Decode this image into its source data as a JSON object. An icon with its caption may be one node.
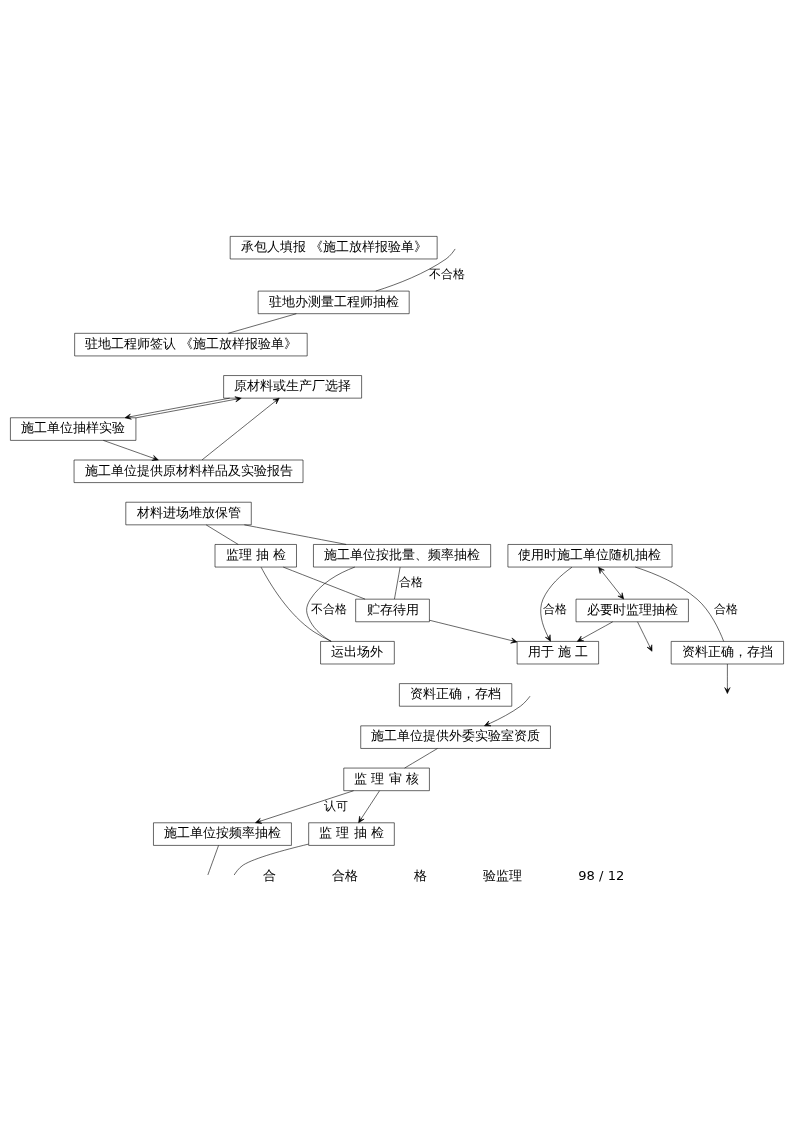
{
  "diagram": {
    "nodes": [
      {
        "text": [
          "承包人填报 《施工放样报验单》"
        ]
      },
      {
        "text": [
          "驻地办测量工程师抽检"
        ]
      },
      {
        "text": [
          "驻地工程师签认 《施工放样报验单》"
        ]
      },
      {
        "text": [
          "原材料或生产厂选择"
        ]
      },
      {
        "text": [
          "施工单位抽样实验"
        ]
      },
      {
        "text": [
          "施工单位提供原材料样品及实验报告"
        ]
      },
      {
        "text": [
          "材料进场堆放保管"
        ]
      },
      {
        "text": [
          "施工单位按批量、频率抽检"
        ]
      },
      {
        "text": [
          "监理 抽 检"
        ]
      },
      {
        "text": [
          "贮存待用"
        ]
      },
      {
        "text": [
          "运出场外"
        ]
      },
      {
        "text": [
          "使用时施工单位随机抽检"
        ]
      },
      {
        "text": [
          "必要时监理抽检"
        ]
      },
      {
        "text": [
          "用于 施 工"
        ]
      },
      {
        "text": [
          "资料正确，存挡"
        ]
      },
      {
        "text": [
          "资料正确，存档"
        ]
      },
      {
        "text": [
          "施工单位提供外委实验室资质"
        ]
      },
      {
        "text": [
          "监 理 审 核"
        ]
      },
      {
        "text": [
          "施工单位按频率抽检"
        ]
      },
      {
        "text": [
          "监 理 抽 检"
        ]
      }
    ],
    "edges": [
      {
        "from": null,
        "to": 1,
        "arrow": "none",
        "label": "不合格"
      },
      {
        "from": 1,
        "to": 2,
        "arrow": "none"
      },
      {
        "from": 3,
        "to": 4,
        "arrow": "to"
      },
      {
        "from": 4,
        "to": 3,
        "arrow": "to"
      },
      {
        "from": 4,
        "to": 5,
        "arrow": "to"
      },
      {
        "from": 5,
        "to": 3,
        "arrow": "to"
      },
      {
        "from": 6,
        "to": 7,
        "arrow": "none"
      },
      {
        "from": 6,
        "to": 8,
        "arrow": "none"
      },
      {
        "from": 7,
        "to": 9,
        "arrow": "none",
        "label": "合格"
      },
      {
        "from": 7,
        "to": 10,
        "arrow": "none",
        "label": "不合格"
      },
      {
        "from": 8,
        "to": 9,
        "arrow": "none"
      },
      {
        "from": 8,
        "to": 10,
        "arrow": "none"
      },
      {
        "from": 9,
        "to": 13,
        "arrow": "to"
      },
      {
        "from": 11,
        "to": 12,
        "arrow": "both"
      },
      {
        "from": 11,
        "to": 13,
        "arrow": "to",
        "label": "合格"
      },
      {
        "from": 12,
        "to": 13,
        "arrow": "to"
      },
      {
        "from": 11,
        "to": 14,
        "arrow": "none",
        "label": "合格"
      },
      {
        "from": 14,
        "to": null,
        "arrow": "to"
      },
      {
        "from": 12,
        "to": null,
        "arrow": "to"
      },
      {
        "from": null,
        "to": 16,
        "arrow": "to"
      },
      {
        "from": 16,
        "to": 17,
        "arrow": "none"
      },
      {
        "from": 17,
        "to": 18,
        "arrow": "to",
        "label": "认可"
      },
      {
        "from": 17,
        "to": 19,
        "arrow": "to"
      },
      {
        "from": 18,
        "to": null,
        "arrow": "none"
      },
      {
        "from": 19,
        "to": null,
        "arrow": "none"
      }
    ],
    "labels": [
      "合",
      "合格",
      "格",
      "验监理",
      "98 / 12"
    ]
  }
}
